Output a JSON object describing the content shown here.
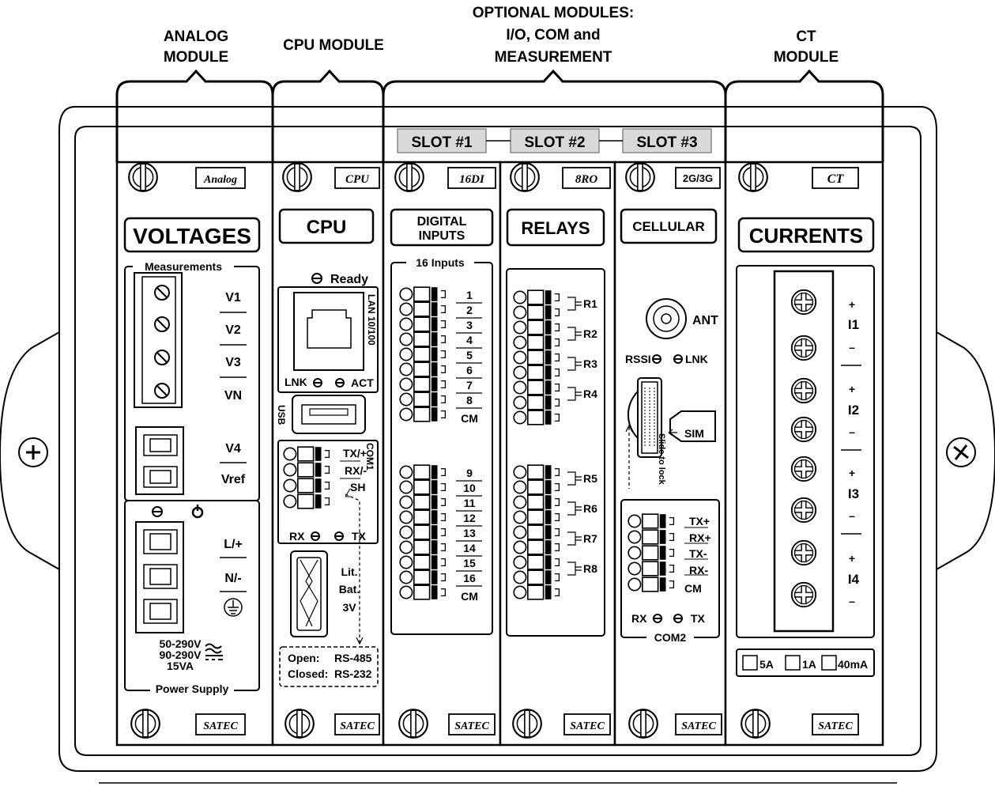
{
  "headers": {
    "analog": [
      "ANALOG",
      "MODULE"
    ],
    "cpu": "CPU MODULE",
    "optional": [
      "OPTIONAL MODULES:",
      "I/O, COM and",
      "MEASUREMENT"
    ],
    "ct": [
      "CT",
      "MODULE"
    ]
  },
  "slots": [
    "SLOT #1",
    "SLOT #2",
    "SLOT #3"
  ],
  "tags": {
    "analog": "Analog",
    "cpu": "CPU",
    "di": "16DI",
    "ro": "8RO",
    "cell": "2G/3G",
    "ct": "CT",
    "bottom": "SATEC"
  },
  "analog": {
    "title": "VOLTAGES",
    "measurements": "Measurements",
    "v": [
      "V1",
      "V2",
      "V3",
      "VN"
    ],
    "v4": [
      "V4",
      "Vref"
    ],
    "ps": [
      "L/+",
      "N/-"
    ],
    "rating": [
      "50-290V",
      "90-290V",
      "15VA"
    ],
    "power_supply": "Power Supply"
  },
  "cpu": {
    "title": "CPU",
    "ready": "Ready",
    "lan": "LAN 10/100",
    "lnk": "LNK",
    "act": "ACT",
    "usb": "USB",
    "com1": "COM1",
    "com1_pins": [
      "TX/+",
      "RX/-",
      "SH"
    ],
    "rx": "RX",
    "tx": "TX",
    "battery": [
      "Lit.",
      "Bat.",
      "3V"
    ],
    "jumper": [
      [
        "Open:",
        "RS-485"
      ],
      [
        "Closed:",
        "RS-232"
      ]
    ]
  },
  "di": {
    "title": [
      "DIGITAL",
      "INPUTS"
    ],
    "count": "16 Inputs",
    "inputs": [
      "1",
      "2",
      "3",
      "4",
      "5",
      "6",
      "7",
      "8",
      "CM",
      "9",
      "10",
      "11",
      "12",
      "13",
      "14",
      "15",
      "16",
      "CM"
    ]
  },
  "ro": {
    "title": "RELAYS",
    "relays": [
      "R1",
      "R2",
      "R3",
      "R4",
      "R5",
      "R6",
      "R7",
      "R8"
    ]
  },
  "cell": {
    "title": "CELLULAR",
    "ant": "ANT",
    "rssi": "RSSI",
    "lnk": "LNK",
    "sim": "SIM",
    "slide": "Slide to lock",
    "com2_pins": [
      "TX+",
      "RX+",
      "TX-",
      "RX-",
      "CM"
    ],
    "rx": "RX",
    "tx": "TX",
    "com2": "COM2"
  },
  "ct": {
    "title": "CURRENTS",
    "channels": [
      "I1",
      "I2",
      "I3",
      "I4"
    ],
    "plus": "+",
    "minus": "–",
    "ratings": [
      "5A",
      "1A",
      "40mA"
    ]
  }
}
